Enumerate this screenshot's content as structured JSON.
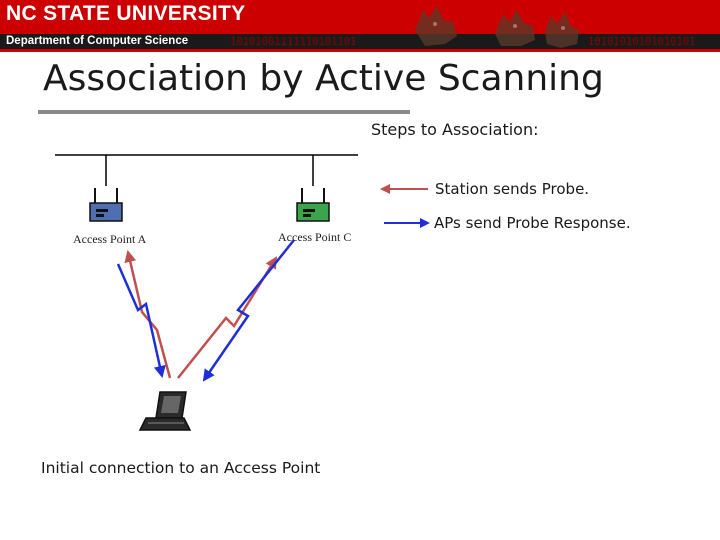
{
  "banner": {
    "university": "NC STATE UNIVERSITY",
    "department": "Department of Computer Science",
    "binary_left": "10101001111110101101",
    "binary_right": "10101010101010101"
  },
  "title": "Association by Active Scanning",
  "steps_heading": "Steps to Association:",
  "legend": {
    "probe": {
      "label": "Station sends Probe.",
      "color": "#c0504d"
    },
    "response": {
      "label": "APs send Probe Response.",
      "color": "#1f2fd8"
    }
  },
  "diagram": {
    "access_points": [
      {
        "label": "Access Point A",
        "color": "#4f6fb0",
        "icon": "wireless-router-icon"
      },
      {
        "label": "Access Point C",
        "color": "#3aa54a",
        "icon": "wireless-router-icon"
      }
    ],
    "station_icon": "laptop-icon",
    "caption": "Initial connection to an Access Point"
  },
  "colors": {
    "brand_red": "#cc0000",
    "probe": "#c0504d",
    "response": "#1f2fd8"
  }
}
